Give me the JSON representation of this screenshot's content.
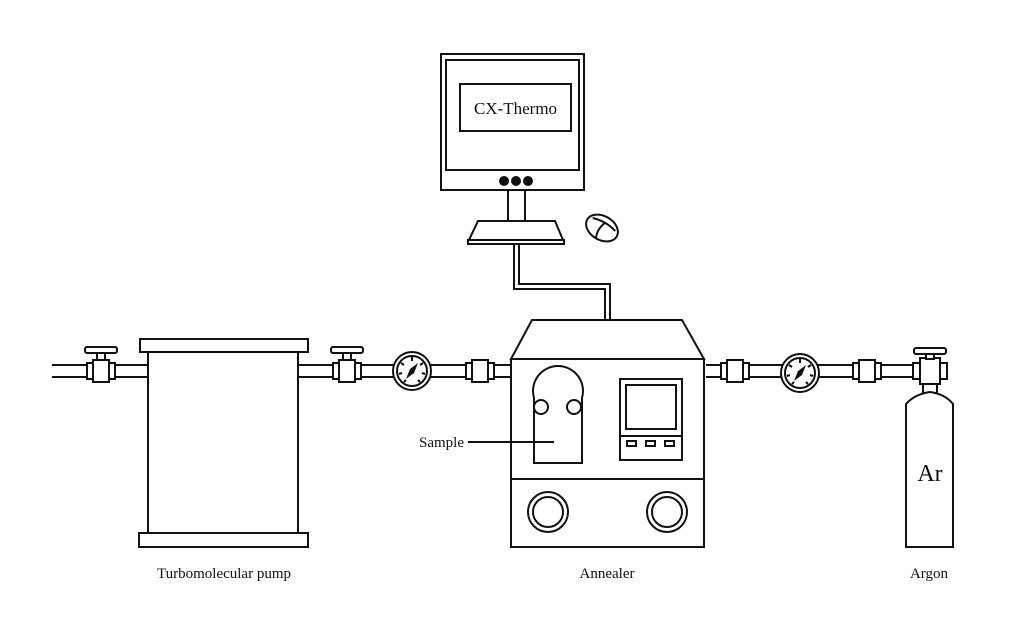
{
  "diagram": {
    "type": "equipment schematic",
    "stroke_color": "#111111",
    "background": "#ffffff",
    "components": {
      "monitor": {
        "screen_text": "CX-Thermo",
        "indicator_dots": 3
      },
      "mouse": {
        "name": "mouse"
      },
      "pump": {
        "label": "Turbomolecular pump"
      },
      "annealer": {
        "label": "Annealer",
        "sample_label": "Sample"
      },
      "gas_cylinder": {
        "label": "Argon",
        "symbol": "Ar"
      }
    },
    "connections": [
      {
        "from": "inlet-line",
        "to": "pump",
        "via": [
          "valve"
        ]
      },
      {
        "from": "pump",
        "to": "annealer",
        "via": [
          "valve",
          "pressure-gauge",
          "coupling"
        ]
      },
      {
        "from": "annealer",
        "to": "gas_cylinder",
        "via": [
          "coupling",
          "pressure-gauge",
          "coupling",
          "valve"
        ]
      },
      {
        "from": "monitor",
        "to": "annealer",
        "via": [
          "cable"
        ]
      }
    ]
  }
}
